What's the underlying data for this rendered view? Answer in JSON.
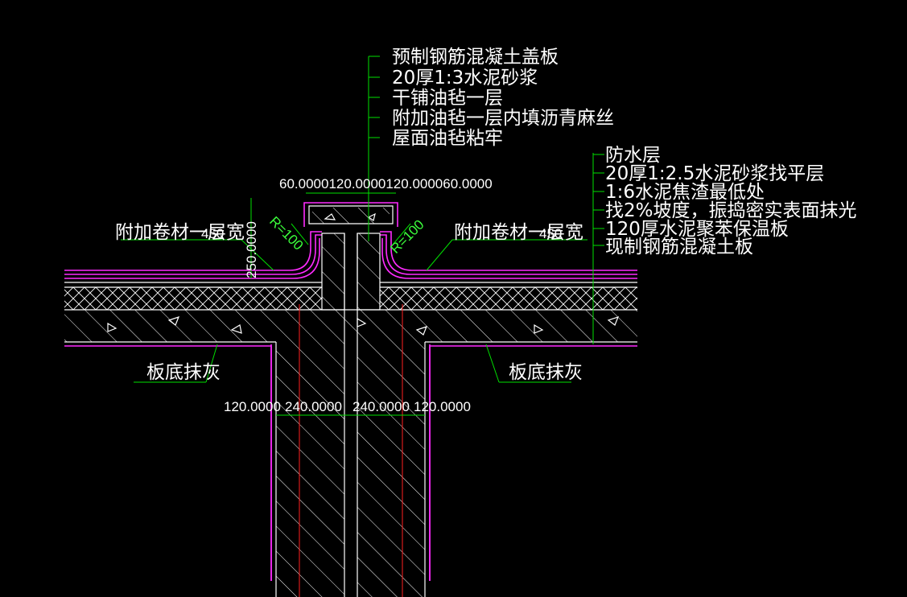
{
  "drawing": {
    "center_labels": [
      "预制钢筋混凝土盖板",
      "20厚1:3水泥砂浆",
      "干铺油毡一层",
      "附加油毡一层内填沥青麻丝",
      "屋面油毡粘牢"
    ],
    "right_labels": [
      "防水层",
      "20厚1:2.5水泥砂浆找平层",
      "1:6水泥焦渣最低处",
      "找2%坡度，振捣密实表面抹光",
      "120厚水泥聚苯保温板",
      "现制钢筋混凝土板"
    ],
    "left_additional": "附加卷材一层宽",
    "left_additional_width": "450",
    "right_additional": "附加卷材一层宽",
    "right_additional_width": "450",
    "radius_left": "R=100",
    "radius_right": "R=100",
    "top_dims": "60.0000120.0000120.000060.0000",
    "height_dim": "250.0000",
    "bottom_dims": [
      "120.0000",
      "240.0000",
      "240.0000",
      "120.0000"
    ],
    "ceiling_left": "板底抹灰",
    "ceiling_right": "板底抹灰",
    "colors": {
      "background": "#000000",
      "leader": "#00e000",
      "outline": "#ffffff",
      "membrane": "#ff2bff",
      "centerline": "#ff2020",
      "radius_text": "#3cff3c"
    }
  }
}
